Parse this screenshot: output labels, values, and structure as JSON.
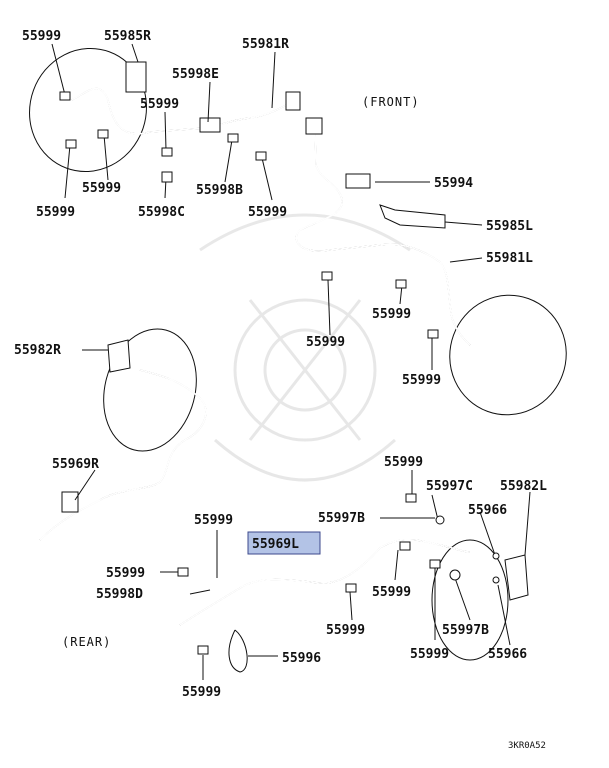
{
  "diagram": {
    "orientation": {
      "front": "(FRONT)",
      "rear": "(REAR)"
    },
    "footer_code": "3KR0A52",
    "highlight_color": "#b3c3e6",
    "labels": {
      "p55999_a": "55999",
      "p55985R": "55985R",
      "p55981R": "55981R",
      "p55998E": "55998E",
      "p55999_b": "55999",
      "p55999_c": "55999",
      "p55999_d": "55999",
      "p55998B": "55998B",
      "p55998C": "55998C",
      "p55999_e": "55999",
      "p55994": "55994",
      "p55985L": "55985L",
      "p55981L": "55981L",
      "p55999_f": "55999",
      "p55999_g": "55999",
      "p55999_h": "55999",
      "p55982R": "55982R",
      "p55969R": "55969R",
      "p55999_i": "55999",
      "p55997C": "55997C",
      "p55982L": "55982L",
      "p55997B_a": "55997B",
      "p55966_a": "55966",
      "p55999_j": "55999",
      "p55969L": "55969L",
      "p55999_k": "55999",
      "p55998D": "55998D",
      "p55999_l": "55999",
      "p55999_m": "55999",
      "p55997B_b": "55997B",
      "p55996": "55996",
      "p55999_n": "55999",
      "p55966_b": "55966",
      "p55999_o": "55999"
    }
  }
}
